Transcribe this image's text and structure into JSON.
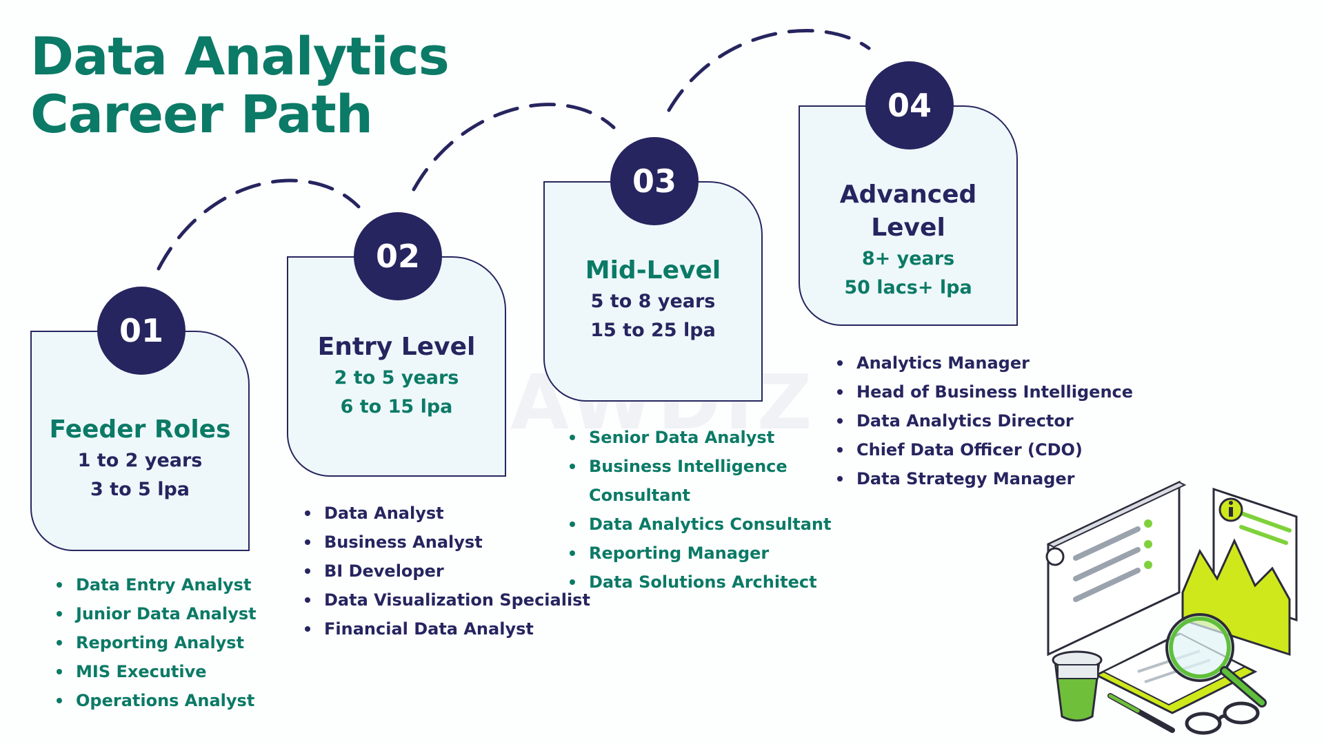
{
  "title": {
    "line1": "Data Analytics",
    "line2": "Career Path"
  },
  "watermark": "AWDIZ",
  "colors": {
    "green": "#0b7a66",
    "navy": "#26255f",
    "card_bg": "#eef8fa",
    "lime": "#cfe81c"
  },
  "stages": [
    {
      "number": "01",
      "title": "Feeder Roles",
      "experience": "1 to 2 years",
      "salary": "3 to 5 lpa",
      "roles": [
        "Data Entry Analyst",
        "Junior Data Analyst",
        "Reporting Analyst",
        "MIS Executive",
        "Operations Analyst"
      ]
    },
    {
      "number": "02",
      "title": "Entry Level",
      "experience": "2 to 5 years",
      "salary": "6 to 15 lpa",
      "roles": [
        "Data Analyst",
        "Business Analyst",
        "BI Developer",
        "Data Visualization Specialist",
        "Financial Data Analyst"
      ]
    },
    {
      "number": "03",
      "title": "Mid-Level",
      "experience": "5 to 8 years",
      "salary": "15 to 25 lpa",
      "roles": [
        "Senior Data Analyst",
        "Business Intelligence",
        "Consultant",
        "Data Analytics Consultant",
        "Reporting Manager",
        "Data Solutions Architect"
      ]
    },
    {
      "number": "04",
      "title": "Advanced Level",
      "experience": "8+ years",
      "salary": "50 lacs+ lpa",
      "roles": [
        "Analytics Manager",
        "Head of Business Intelligence",
        "Data Analytics Director",
        "Chief Data Officer (CDO)",
        "Data Strategy Manager"
      ]
    }
  ],
  "illustration": {
    "icons": [
      "report-board-icon",
      "chart-card-icon",
      "info-icon",
      "magnifier-icon",
      "coffee-cup-icon",
      "notebook-icon",
      "glasses-icon",
      "pen-icon"
    ]
  }
}
